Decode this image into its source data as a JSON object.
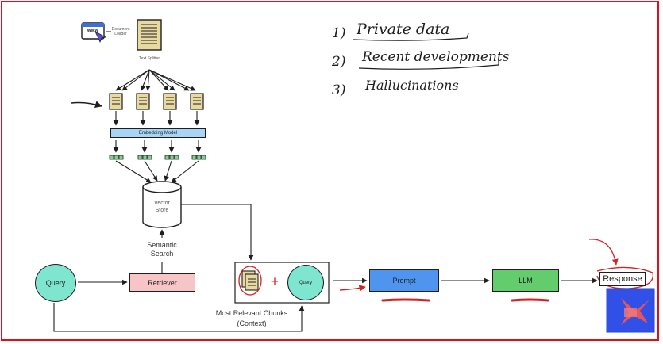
{
  "pipeline": {
    "document_loader_label": "Document Loader",
    "www_label": "WWW",
    "text_splitter_label": "Text Splitter",
    "embedding_model_label": "Embedding Model",
    "vector_store_label": "Vector Store",
    "semantic_search_label": "Semantic Search",
    "query_label": "Query",
    "retriever_label": "Retriever",
    "context_query_label": "Query",
    "plus_sign": "+",
    "most_relevant_label": "Most Relevant Chunks",
    "context_label": "(Context)",
    "prompt_label": "Prompt",
    "llm_label": "LLM",
    "response_label": "Response"
  },
  "notes": {
    "item1_num": "1)",
    "item1_text": "Private data",
    "item2_num": "2)",
    "item2_text": "Recent developments",
    "item3_num": "3)",
    "item3_text": "Hallucinations"
  },
  "colors": {
    "frame": "#e0101a",
    "doc": "#e8d9a0",
    "embedding": "#a8d4f5",
    "vector_chunk": "#7fd08a",
    "query_circle": "#7ee6cf",
    "retriever": "#f7c5c5",
    "prompt": "#4f95f0",
    "llm": "#63cc6c",
    "annotation": "#d42020",
    "thumbnail_bg": "#3050e8"
  }
}
